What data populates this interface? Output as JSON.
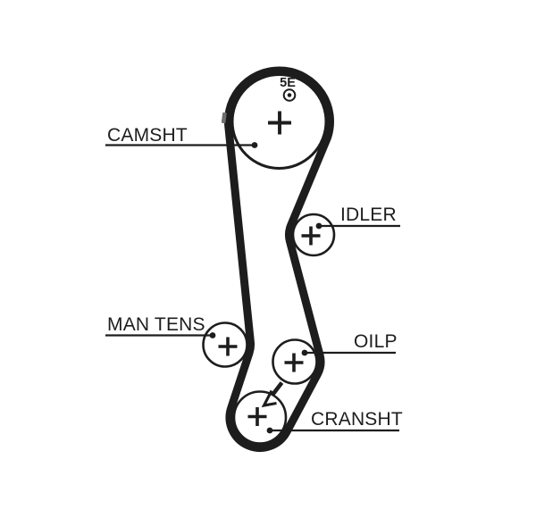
{
  "diagram": {
    "type": "timing-belt-routing-diagram",
    "background_color": "#ffffff",
    "ink_color": "#1d1d1d",
    "belt_timing_mark_color": "#6f6f6f",
    "belt_mark": {
      "text": "5E",
      "symbol": "circled-dot"
    },
    "pulleys": [
      {
        "id": "camsht",
        "label": "CAMSHT",
        "marker": "plus"
      },
      {
        "id": "idler",
        "label": "IDLER",
        "marker": "plus"
      },
      {
        "id": "man-tens",
        "label": "MAN TENS",
        "marker": "plus"
      },
      {
        "id": "oilp",
        "label": "OILP",
        "marker": "plus"
      },
      {
        "id": "cransht",
        "label": "CRANSHT",
        "marker": "plus"
      }
    ]
  }
}
